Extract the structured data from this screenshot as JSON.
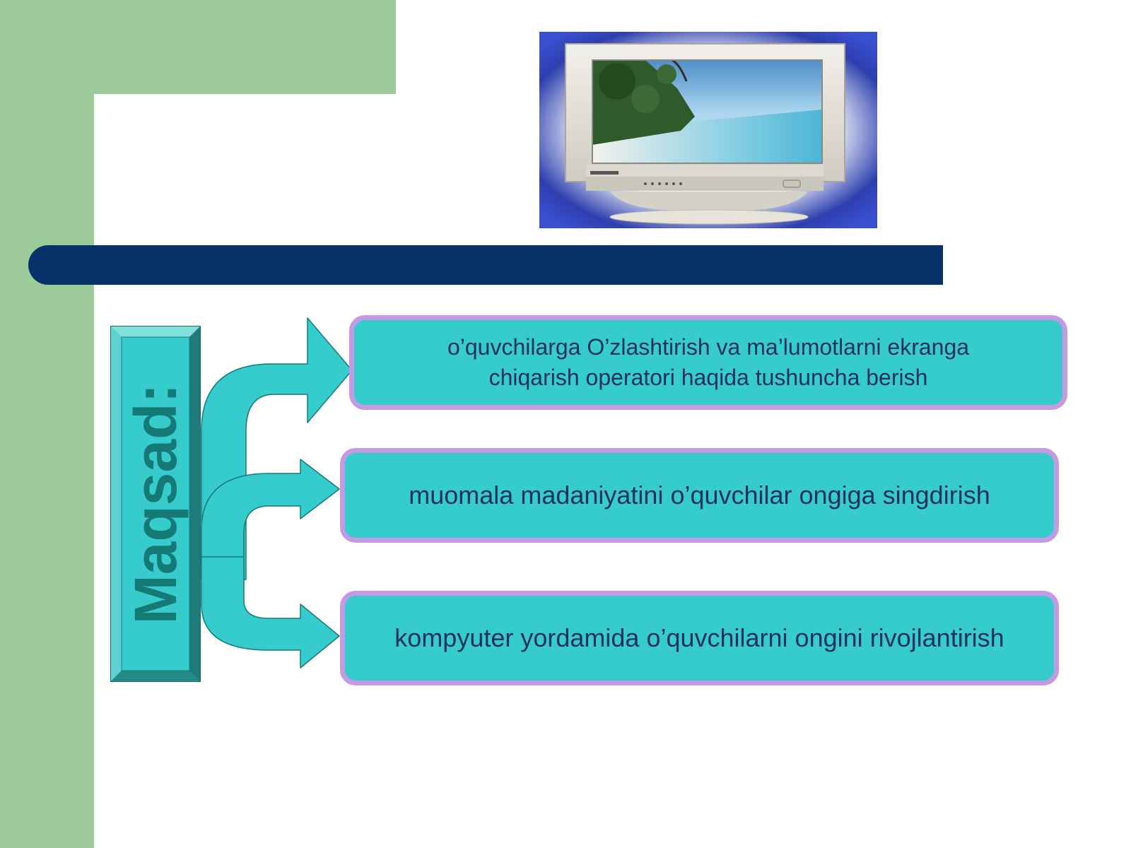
{
  "slide": {
    "label": "Maqsad:",
    "goals": [
      {
        "line1": "o’quvchilarga O’zlashtirish va ma’lumotlarni ekranga",
        "line2": "chiqarish operatori  haqida tushuncha berish"
      },
      {
        "text": "muomala madaniyatini o’quvchilar ongiga singdirish"
      },
      {
        "text": "kompyuter yordamida o’quvchilarni  ongini  rivojlantirish"
      }
    ]
  },
  "colors": {
    "green_background": "#9dcb99",
    "title_bar": "#06336a",
    "box_fill": "#36cbcc",
    "box_border": "#c49ae4",
    "text": "#1d3261",
    "label_text": "#157a75"
  },
  "icons": {
    "monitor": "crt-monitor-beach-icon",
    "arrows": "curved-arrow-icon"
  }
}
